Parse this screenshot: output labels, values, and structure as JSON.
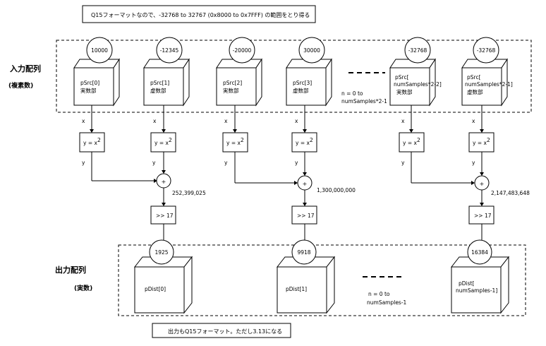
{
  "header_note": "Q15フォーマットなので、-32768 to 32767 (0x8000 to 0x7FFF) の範囲をとり得る",
  "footer_note": "出力もQ15フォーマット。ただし3.13になる",
  "input_label": "入力配列",
  "input_sublabel": "(複素数)",
  "output_label": "出力配列",
  "output_sublabel": "(実数)",
  "inputs": [
    {
      "value": "10000",
      "name": "pSrc[0]",
      "kind": "実数部"
    },
    {
      "value": "-12345",
      "name": "pSrc[1]",
      "kind": "虚数部"
    },
    {
      "value": "-20000",
      "name": "pSrc[2]",
      "kind": "実数部"
    },
    {
      "value": "30000",
      "name": "pSrc[3]",
      "kind": "虚数部"
    },
    {
      "value": "-32768",
      "name": "pSrc[",
      "name2": "numSamples*2-2]",
      "kind": "実数部"
    },
    {
      "value": "-32768",
      "name": "pSrc[",
      "name2": "numSamples*2-1]",
      "kind": "虚数部"
    }
  ],
  "input_range": [
    "n = 0 to",
    "numSamples*2-1"
  ],
  "x_label": "x",
  "y_label": "y",
  "square_label": "y = x",
  "square_exp": "2",
  "plus_sign": "+",
  "sums": [
    "252,399,025",
    "1,300,000,000",
    "2,147,483,648"
  ],
  "shift_label": ">> 17",
  "outputs": [
    {
      "value": "1925",
      "name": "pDist[0]"
    },
    {
      "value": "9918",
      "name": "pDist[1]"
    },
    {
      "value": "16384",
      "name": "pDist[",
      "name2": "numSamples-1]"
    }
  ],
  "output_range": [
    "n = 0 to",
    "numSamples-1"
  ]
}
